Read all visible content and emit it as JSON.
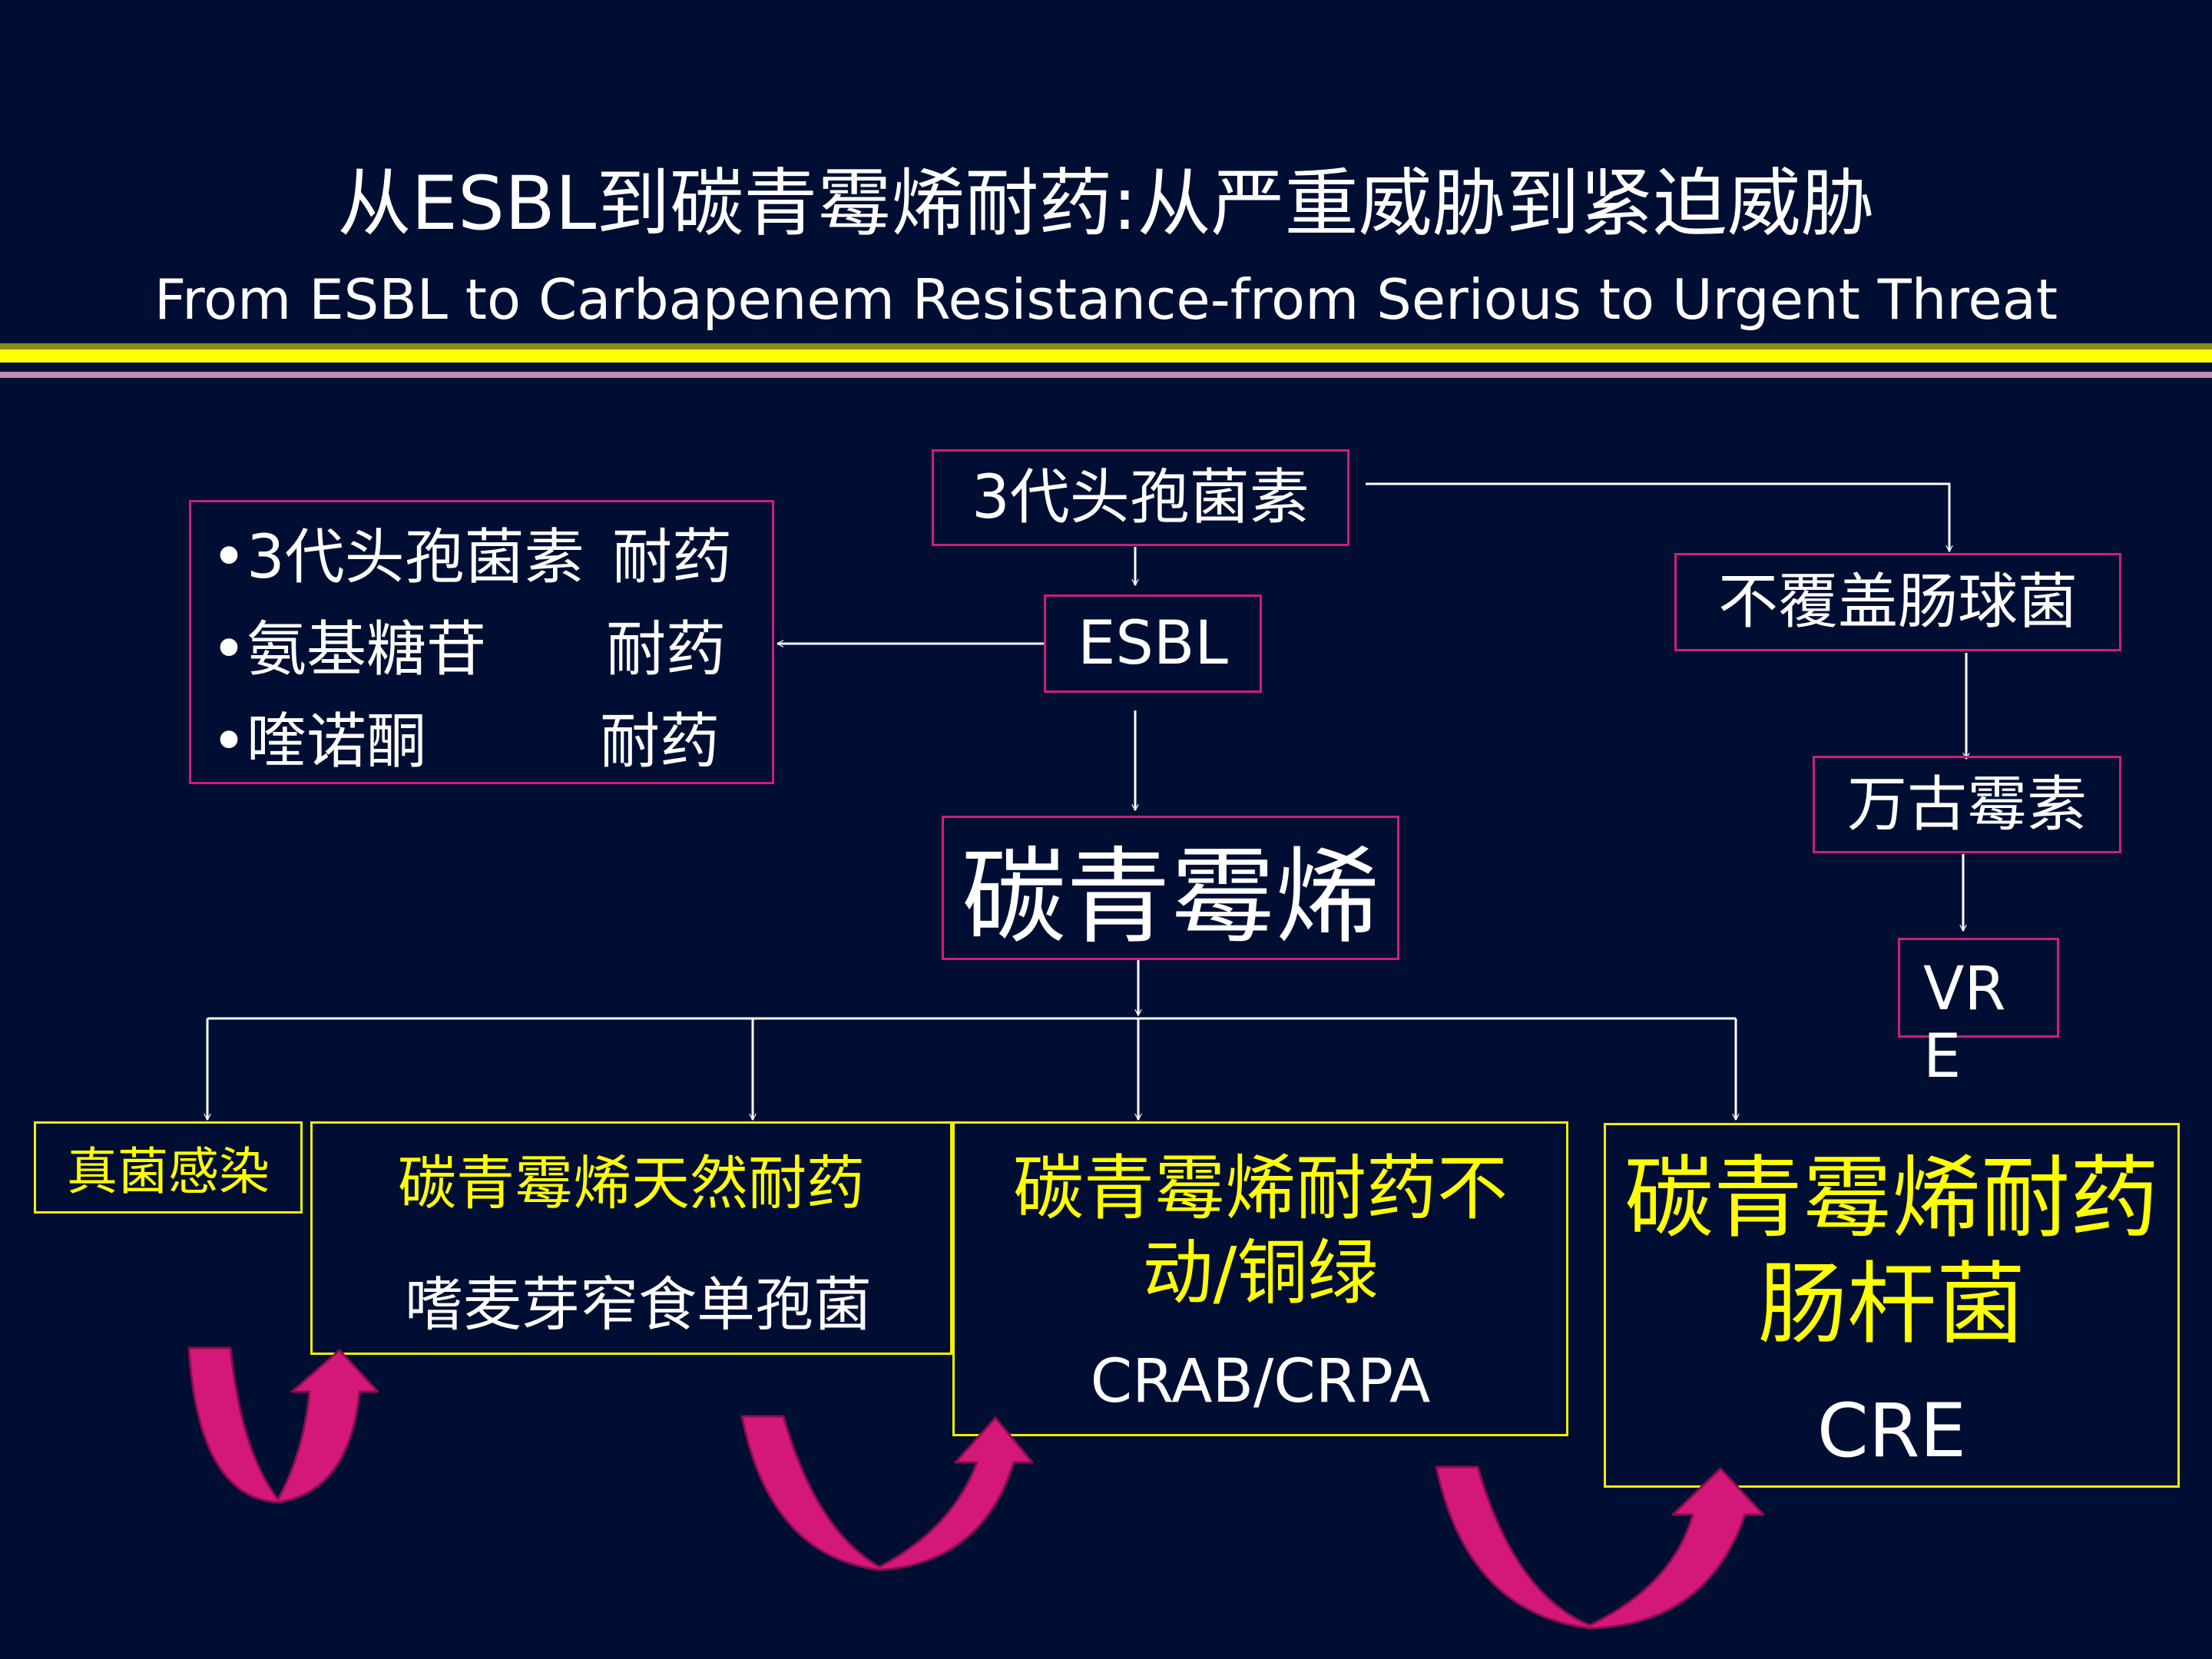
{
  "header": {
    "title_cn": "从ESBL到碳青霉烯耐药:从严重威胁到紧迫威胁",
    "title_en": "From ESBL to Carbapenem Resistance-from Serious to Urgent Threat"
  },
  "left_box": {
    "rows": [
      {
        "drug": "•3代头孢菌素",
        "status": "耐药"
      },
      {
        "drug": "•氨基糖苷",
        "status": "耐药"
      },
      {
        "drug": "•喹诺酮",
        "status": "耐药"
      }
    ]
  },
  "nodes": {
    "cephalosporin": "3代头孢菌素",
    "esbl": "ESBL",
    "carbapenem": "碳青霉烯",
    "no_enterococcus": "不覆盖肠球菌",
    "vancomycin": "万古霉素",
    "vre_line1": "VR",
    "vre_line2": "E"
  },
  "bottom": {
    "fungal": "真菌感染",
    "natural_title": "碳青霉烯天然耐药",
    "natural_organism": "嗜麦芽窄食单孢菌",
    "nonfermenter_line1": "碳青霉烯耐药不",
    "nonfermenter_line2": "动/铜绿",
    "nonfermenter_abbr": "CRAB/CRPA",
    "enterobacter_line1": "碳青霉烯耐药",
    "enterobacter_line2": "肠杆菌",
    "enterobacter_abbr": "CRE"
  },
  "colors": {
    "background": "#000e33",
    "box_border_magenta": "#cc1f75",
    "box_border_yellow": "#f0f000",
    "text_yellow": "#ffff00",
    "rule_olive": "#8c8c18",
    "rule_yellow": "#ffff00",
    "rule_pink": "#c08ab0",
    "curved_arrow": "#d4187a"
  }
}
